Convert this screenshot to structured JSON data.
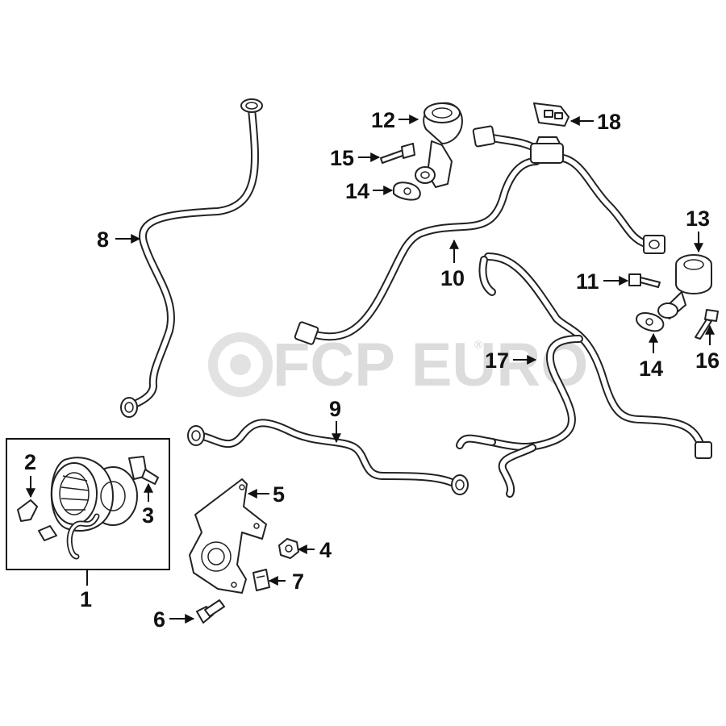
{
  "watermark": {
    "text": "FCP EURO",
    "mark": "®"
  },
  "callouts": [
    {
      "id": "1",
      "label": "1"
    },
    {
      "id": "2",
      "label": "2"
    },
    {
      "id": "3",
      "label": "3"
    },
    {
      "id": "4",
      "label": "4"
    },
    {
      "id": "5",
      "label": "5"
    },
    {
      "id": "6",
      "label": "6"
    },
    {
      "id": "7",
      "label": "7"
    },
    {
      "id": "8",
      "label": "8"
    },
    {
      "id": "9",
      "label": "9"
    },
    {
      "id": "10",
      "label": "10"
    },
    {
      "id": "11",
      "label": "11"
    },
    {
      "id": "12",
      "label": "12"
    },
    {
      "id": "13",
      "label": "13"
    },
    {
      "id": "14a",
      "label": "14"
    },
    {
      "id": "14b",
      "label": "14"
    },
    {
      "id": "15",
      "label": "15"
    },
    {
      "id": "16",
      "label": "16"
    },
    {
      "id": "17",
      "label": "17"
    },
    {
      "id": "18",
      "label": "18"
    }
  ]
}
